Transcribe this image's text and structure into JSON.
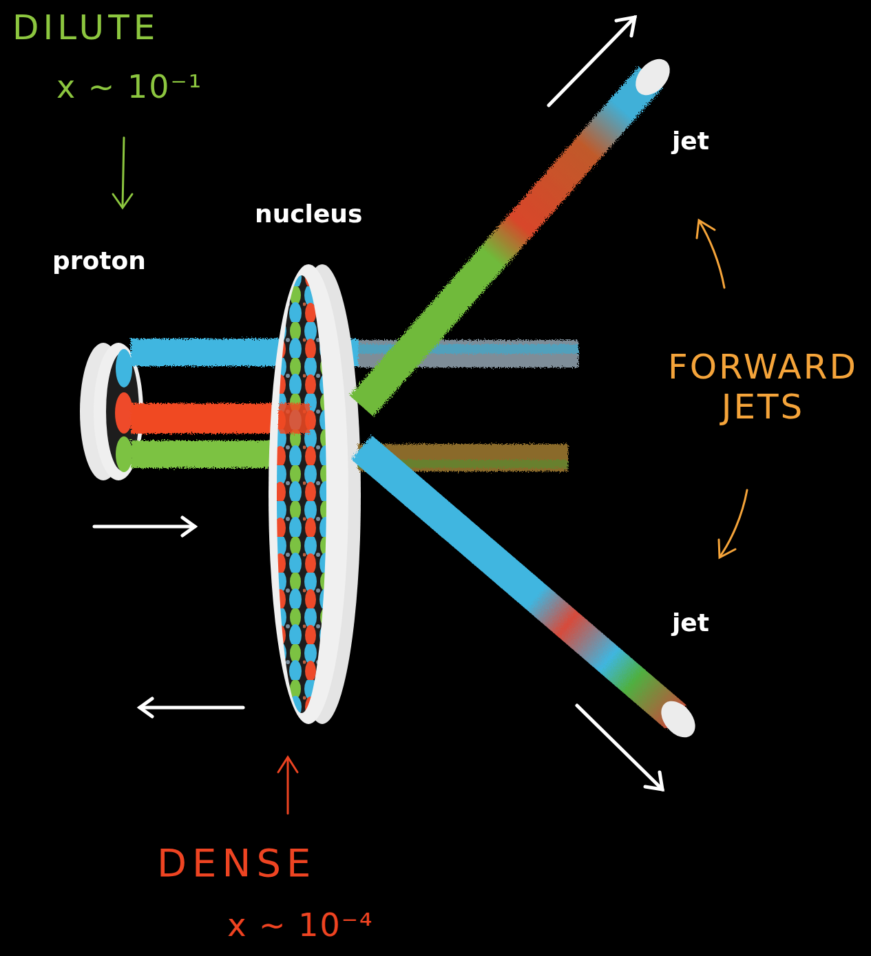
{
  "diagram": {
    "labels": [
      "DILUTE",
      "x ~ 10⁻¹",
      "nucleus",
      "proton",
      "jet",
      "FORWARD JETS",
      "jet",
      "DENSE",
      "x ~ 10⁻⁴"
    ]
  }
}
